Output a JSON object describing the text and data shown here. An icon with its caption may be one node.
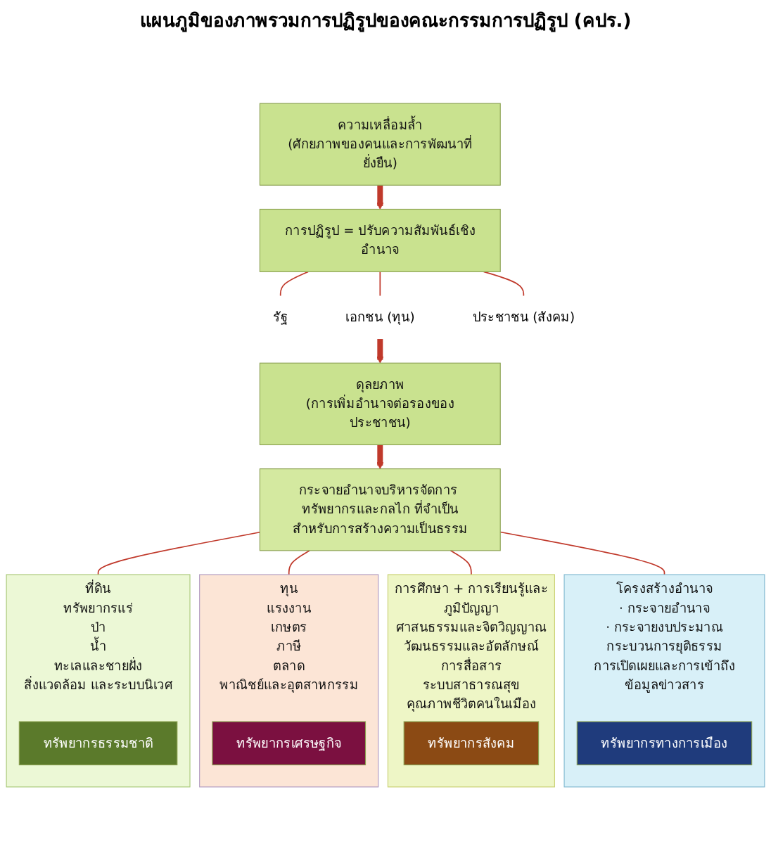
{
  "diagram": {
    "title": "แผนภูมิของภาพรวมการปฏิรูปของคณะกรรมการปฏิรูป (คปร.)",
    "nodes": [
      {
        "text": [
          "ความเหลื่อมล้ำ",
          "(ศักยภาพของคนและการพัฒนาที่ยั่งยืน)"
        ]
      },
      {
        "text": [
          "การปฏิรูป = ปรับความสัมพันธ์เชิงอำนาจ"
        ]
      },
      {
        "text": [
          "รัฐ"
        ]
      },
      {
        "text": [
          "เอกชน (ทุน)"
        ]
      },
      {
        "text": [
          "ประชาชน (สังคม)"
        ]
      },
      {
        "text": [
          "ดุลยภาพ",
          "(การเพิ่มอำนาจต่อรองของประชาชน)"
        ]
      },
      {
        "text": [
          "กระจายอำนาจบริหารจัดการ ทรัพยากรและกลไก ที่จำเป็นสำหรับการสร้างความเป็นธรรม"
        ]
      },
      {
        "text": [
          "ที่ดิน",
          "ทรัพยากรแร่",
          "ป่า",
          "น้ำ",
          "ทะเลและชายฝั่ง",
          "สิ่งแวดล้อม และระบบนิเวศ"
        ]
      },
      {
        "text": [
          "ทรัพยากรธรรมชาติ"
        ],
        "in": 7
      },
      {
        "text": [
          "ทุน",
          "แรงงาน",
          "เกษตร",
          "ภาษี",
          "ตลาด",
          "พาณิชย์และอุตสาหกรรม"
        ]
      },
      {
        "text": [
          "ทรัพยากรเศรษฐกิจ"
        ],
        "in": 9
      },
      {
        "text": [
          "การศึกษา + การเรียนรู้และภูมิปัญญา",
          "ศาสนธรรมและจิตวิญญาณ",
          "วัฒนธรรมและอัตลักษณ์",
          "การสื่อสาร",
          "ระบบสาธารณสุข",
          "คุณภาพชีวิตคนในเมือง"
        ]
      },
      {
        "text": [
          "ทรัพยากรสังคม"
        ],
        "in": 11
      },
      {
        "text": [
          "โครงสร้างอำนาจ",
          "· กระจายอำนาจ",
          "· กระจายงบประมาณ",
          "กระบวนการยุติธรรม",
          "การเปิดเผยและการเข้าถึงข้อมูลข่าวสาร"
        ]
      },
      {
        "text": [
          "ทรัพยากรทางการเมือง"
        ],
        "in": 13
      }
    ],
    "edges": [
      {
        "from": 0,
        "to": 1,
        "arrow": "to",
        "style": "thick"
      },
      {
        "from": 1,
        "to": 2,
        "arrow": "none"
      },
      {
        "from": 1,
        "to": 3,
        "arrow": "none"
      },
      {
        "from": 1,
        "to": 4,
        "arrow": "none"
      },
      {
        "from": 3,
        "to": 5,
        "arrow": "to",
        "style": "thick"
      },
      {
        "from": 5,
        "to": 6,
        "arrow": "to",
        "style": "thick"
      },
      {
        "from": 6,
        "to": 7,
        "arrow": "none"
      },
      {
        "from": 6,
        "to": 9,
        "arrow": "none"
      },
      {
        "from": 6,
        "to": 11,
        "arrow": "none"
      },
      {
        "from": 6,
        "to": 13,
        "arrow": "none"
      }
    ]
  }
}
